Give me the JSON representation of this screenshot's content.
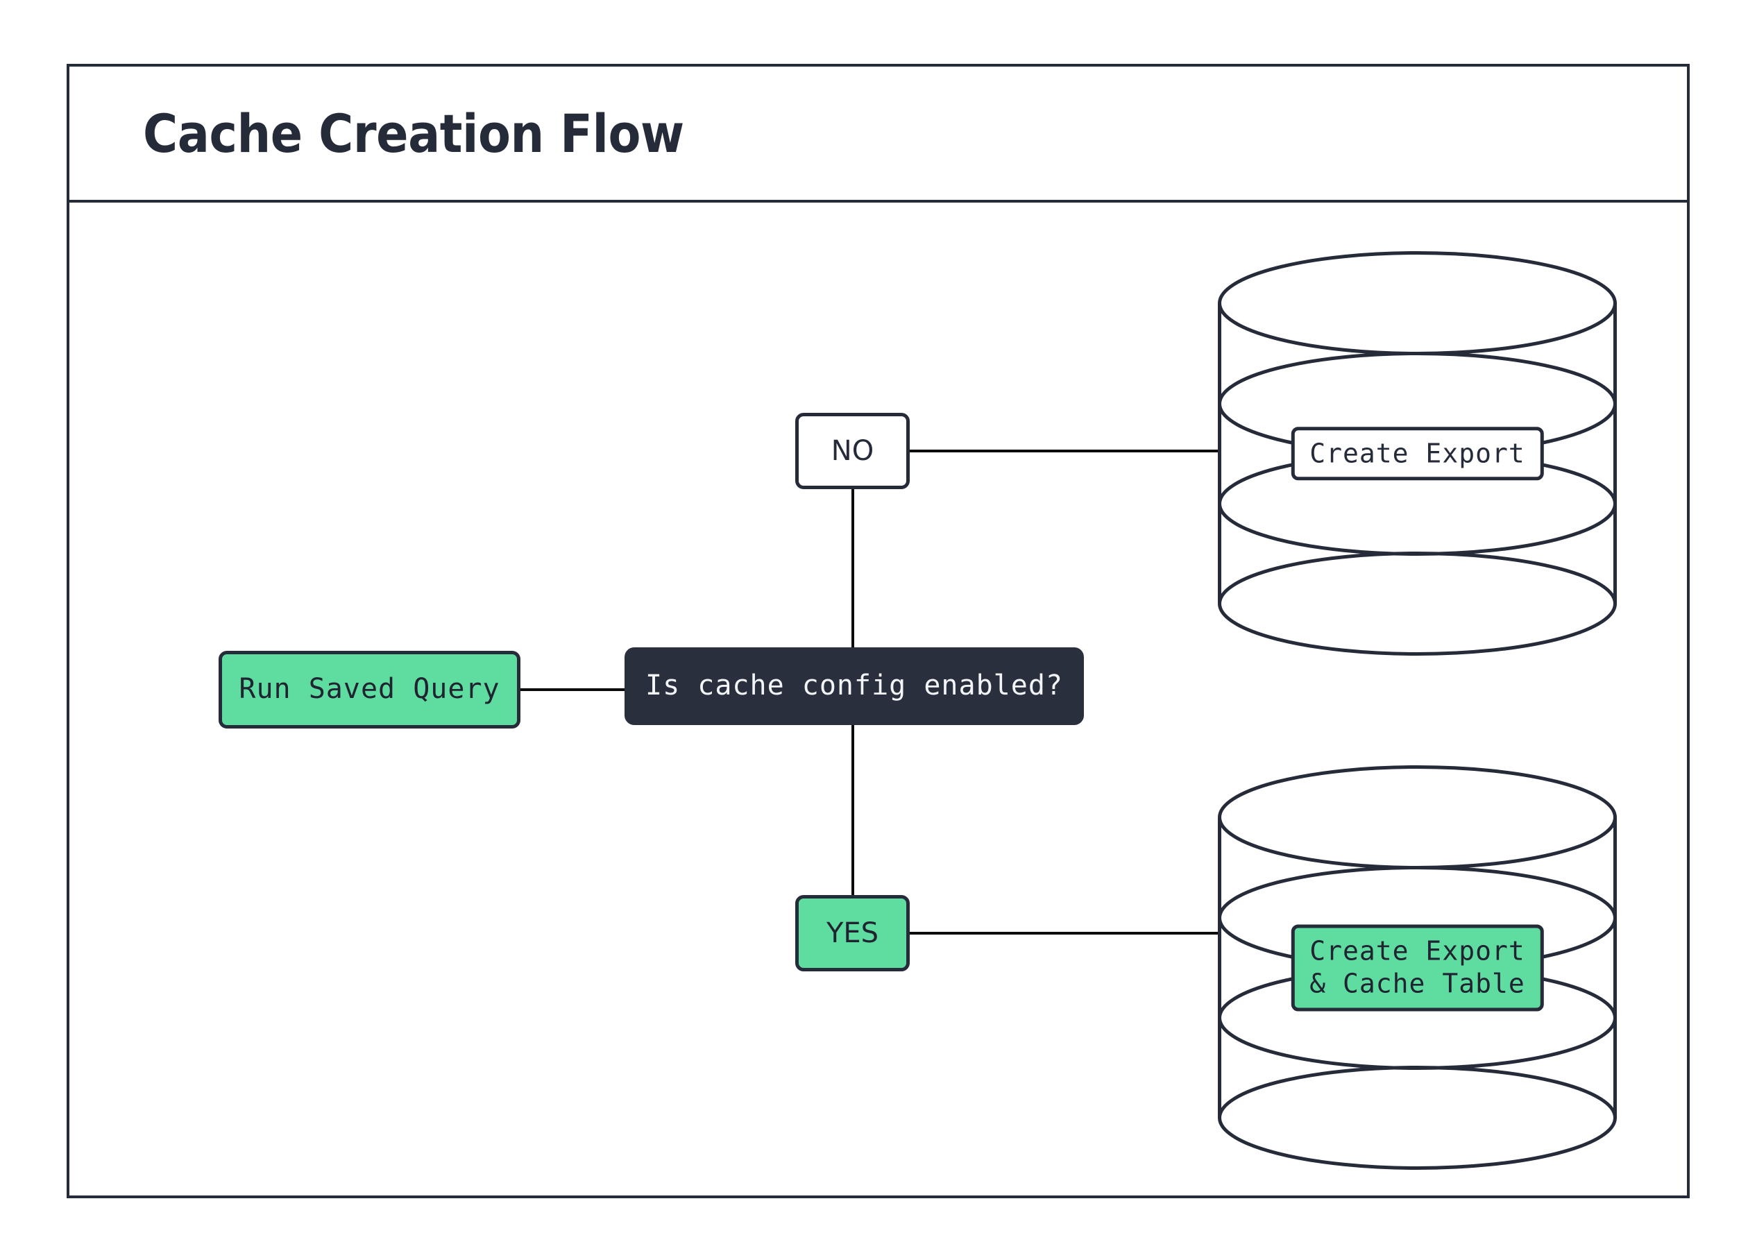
{
  "frame": {
    "title": "Cache Creation Flow"
  },
  "colors": {
    "ink": "#262b3a",
    "green": "#5fdca0",
    "dark_node": "#2a2f3d",
    "node_text_light": "#f2f4f8",
    "edge": "#0b0b0b",
    "background": "#ffffff"
  },
  "nodes": {
    "run_saved_query": {
      "label": "Run Saved Query",
      "shape": "rounded-rect",
      "fill": "green"
    },
    "decision": {
      "label": "Is cache config enabled?",
      "shape": "rounded-rect",
      "fill": "dark"
    },
    "branch_no": {
      "label": "NO",
      "shape": "rounded-rect",
      "fill": "white"
    },
    "branch_yes": {
      "label": "YES",
      "shape": "rounded-rect",
      "fill": "green"
    },
    "db_export": {
      "shape": "cylinder",
      "label": "Create Export",
      "label_fill": "white"
    },
    "db_export_cache": {
      "shape": "cylinder",
      "label": "Create Export\n& Cache Table",
      "label_line_1": "Create Export",
      "label_line_2": "& Cache Table",
      "label_fill": "green"
    }
  },
  "edges": [
    {
      "from": "run_saved_query",
      "to": "decision",
      "label": ""
    },
    {
      "from": "decision",
      "to": "branch_no",
      "label": ""
    },
    {
      "from": "decision",
      "to": "branch_yes",
      "label": ""
    },
    {
      "from": "branch_no",
      "to": "db_export",
      "label": ""
    },
    {
      "from": "branch_yes",
      "to": "db_export_cache",
      "label": ""
    }
  ]
}
